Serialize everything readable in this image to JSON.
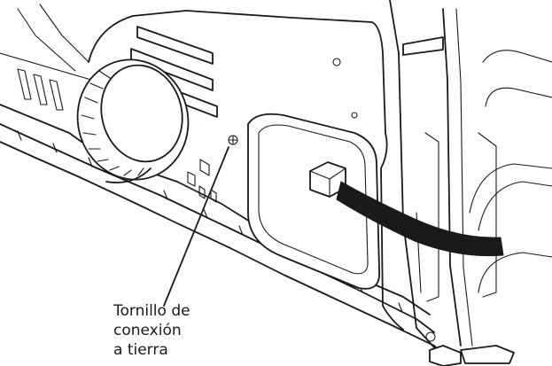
{
  "callout": {
    "lines": [
      "Tornillo de",
      "conexión",
      "a tierra"
    ]
  },
  "icons": {
    "ground_screw": "ground-screw-icon"
  }
}
